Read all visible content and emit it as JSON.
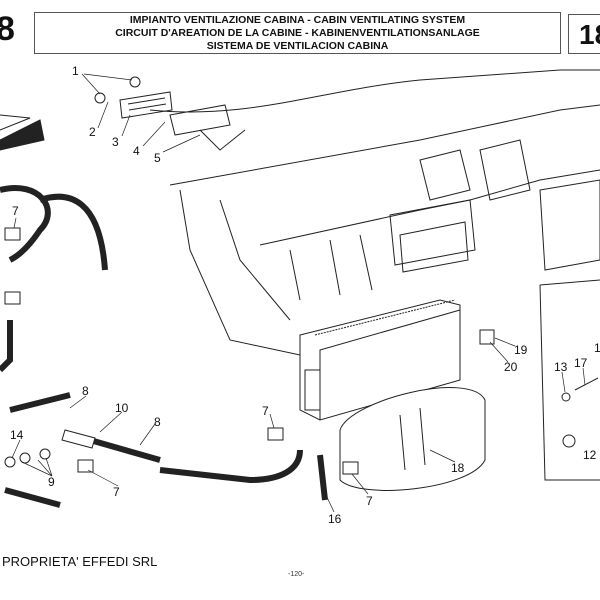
{
  "header": {
    "section_left": "8",
    "section_right": "18",
    "title_lines": [
      "IMPIANTO VENTILAZIONE CABINA - CABIN VENTILATING SYSTEM",
      "CIRCUIT D'AREATION DE LA CABINE - KABINENVENTILATIONSANLAGE",
      "SISTEMA DE VENTILACION CABINA"
    ]
  },
  "callouts": [
    "1",
    "2",
    "3",
    "4",
    "5",
    "7",
    "7",
    "7",
    "7",
    "8",
    "8",
    "9",
    "10",
    "14",
    "16",
    "18",
    "19",
    "20",
    "13",
    "17",
    "12",
    "1"
  ],
  "footer": {
    "owner": "PROPRIETA' EFFEDI SRL",
    "page": "-120-"
  }
}
